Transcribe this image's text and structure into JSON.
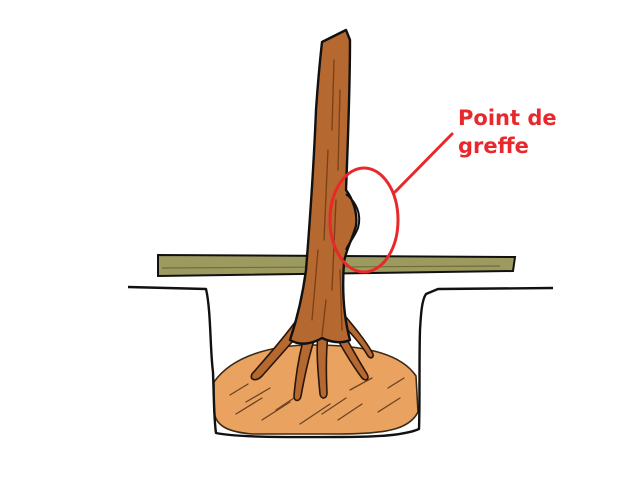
{
  "annotation": {
    "line1": "Point de",
    "line2": "greffe"
  },
  "colors": {
    "trunk": "#b5682f",
    "trunk_dark": "#7a3f17",
    "soil": "#e9a260",
    "stake": "#9c9a5e",
    "outline": "#111111",
    "highlight": "#e8282b"
  },
  "icons": {
    "graft_marker": "red-ellipse"
  }
}
